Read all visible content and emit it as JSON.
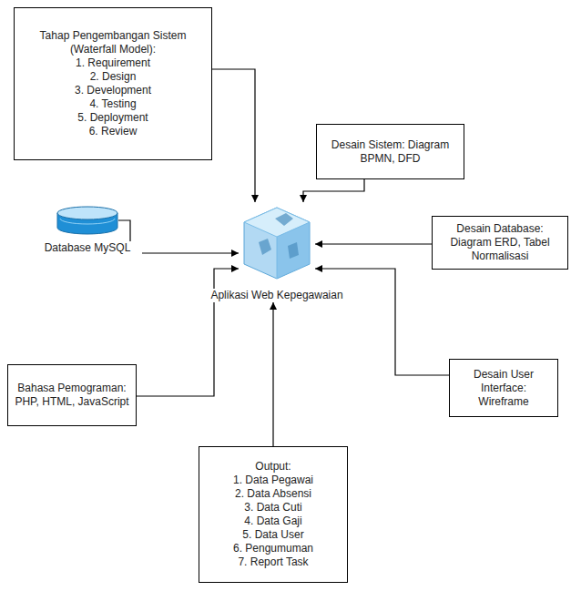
{
  "diagram": {
    "nodes": [
      {
        "text": [
          "Tahap Pengembangan Sistem (Waterfall Model):",
          "1. Requirement",
          "2. Design",
          "3. Development",
          "4. Testing",
          "5. Deployment",
          "6. Review"
        ]
      },
      {
        "text": [
          "Desain Sistem: Diagram BPMN, DFD"
        ]
      },
      {
        "text": [
          "Database MySQL"
        ]
      },
      {
        "text": [
          "Desain Database: Diagram ERD, Tabel Normalisasi"
        ]
      },
      {
        "text": [
          "Aplikasi Web Kepegawaian"
        ]
      },
      {
        "text": [
          "Bahasa Pemograman: PHP, HTML, JavaScript"
        ]
      },
      {
        "text": [
          "Desain User Interface: Wireframe"
        ]
      },
      {
        "text": [
          "Output:",
          "1. Data Pegawai",
          "2. Data Absensi",
          "3. Data Cuti",
          "4. Data Gaji",
          "5. Data User",
          "6. Pengumuman",
          "7. Report Task"
        ]
      }
    ],
    "edges": [
      {
        "from": 0,
        "to": 4,
        "arrow": "to"
      },
      {
        "from": 1,
        "to": 4,
        "arrow": "to"
      },
      {
        "from": 2,
        "to": 4,
        "arrow": "to"
      },
      {
        "from": 3,
        "to": 4,
        "arrow": "to"
      },
      {
        "from": 5,
        "to": 4,
        "arrow": "to"
      },
      {
        "from": 6,
        "to": 4,
        "arrow": "to"
      },
      {
        "from": 7,
        "to": 4,
        "arrow": "to"
      }
    ]
  }
}
